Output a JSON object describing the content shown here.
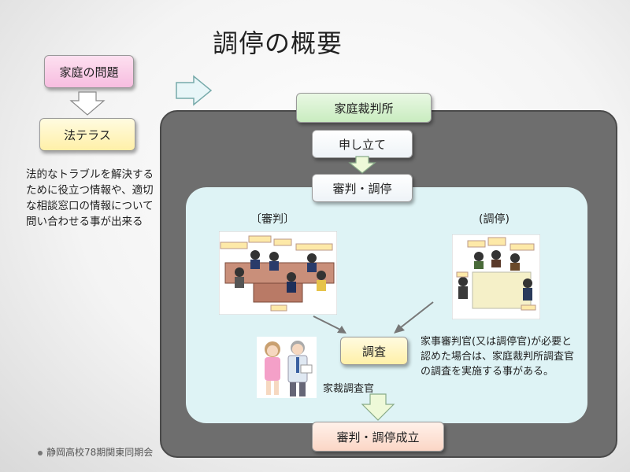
{
  "title": "調停の概要",
  "left": {
    "problem_label": "家庭の問題",
    "hoterasu_label": "法テラス",
    "description": "法的なトラブルを解決するために役立つ情報や、適切な相談窓口の情報について問い合わせる事が出来る"
  },
  "court": {
    "label": "家庭裁判所",
    "filing_label": "申し立て",
    "trial_mediation_label": "審判・調停",
    "trial_caption": "〔審判〕",
    "mediation_caption": "(調停)",
    "investigation_label": "調査",
    "investigator_caption": "家裁調査官",
    "note": "家事審判官(又は調停官)が必要と認めた場合は、家庭裁判所調査官の調査を実施する事がある。",
    "result_label": "審判・調停成立"
  },
  "footer": "静岡高校78期関東同期会",
  "colors": {
    "court_frame": "#6e6e6e",
    "inner_panel": "#def3f5",
    "arrow_fill": "#eef9d8"
  }
}
